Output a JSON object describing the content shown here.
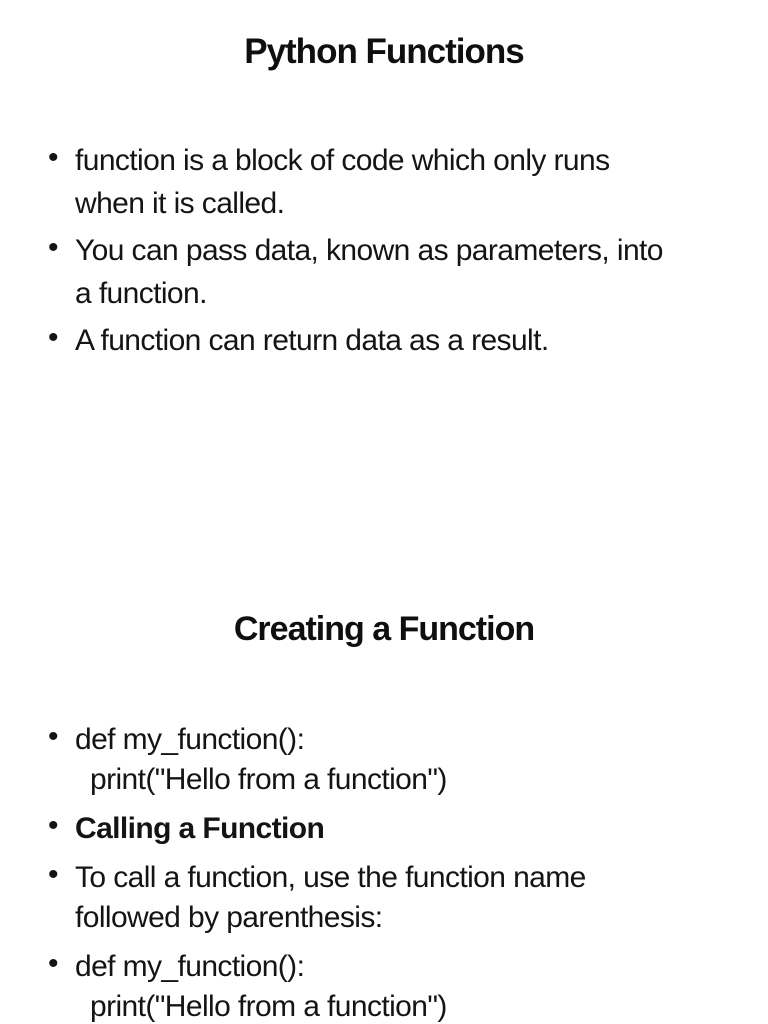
{
  "page": {
    "background": "#ffffff",
    "text_color": "#141414"
  },
  "bullet_glyph": "•",
  "slide1": {
    "title": "Python Functions",
    "bullets": [
      {
        "lines": [
          "function is a block of code which only runs",
          "when it is called."
        ]
      },
      {
        "lines": [
          "You can pass data, known as parameters, into",
          "a function."
        ]
      },
      {
        "lines": [
          "A function can return data as a result."
        ]
      }
    ]
  },
  "slide2": {
    "title": "Creating a Function",
    "bullets": [
      {
        "code_line": "def my_function():",
        "code_continuation": "print(\"Hello from a function\")"
      },
      {
        "bold_text": "Calling a Function"
      },
      {
        "lines": [
          "To call a function, use the function name",
          "followed by parenthesis:"
        ]
      },
      {
        "code_line": "def my_function():",
        "code_continuation": "print(\"Hello from a function\")"
      }
    ]
  }
}
